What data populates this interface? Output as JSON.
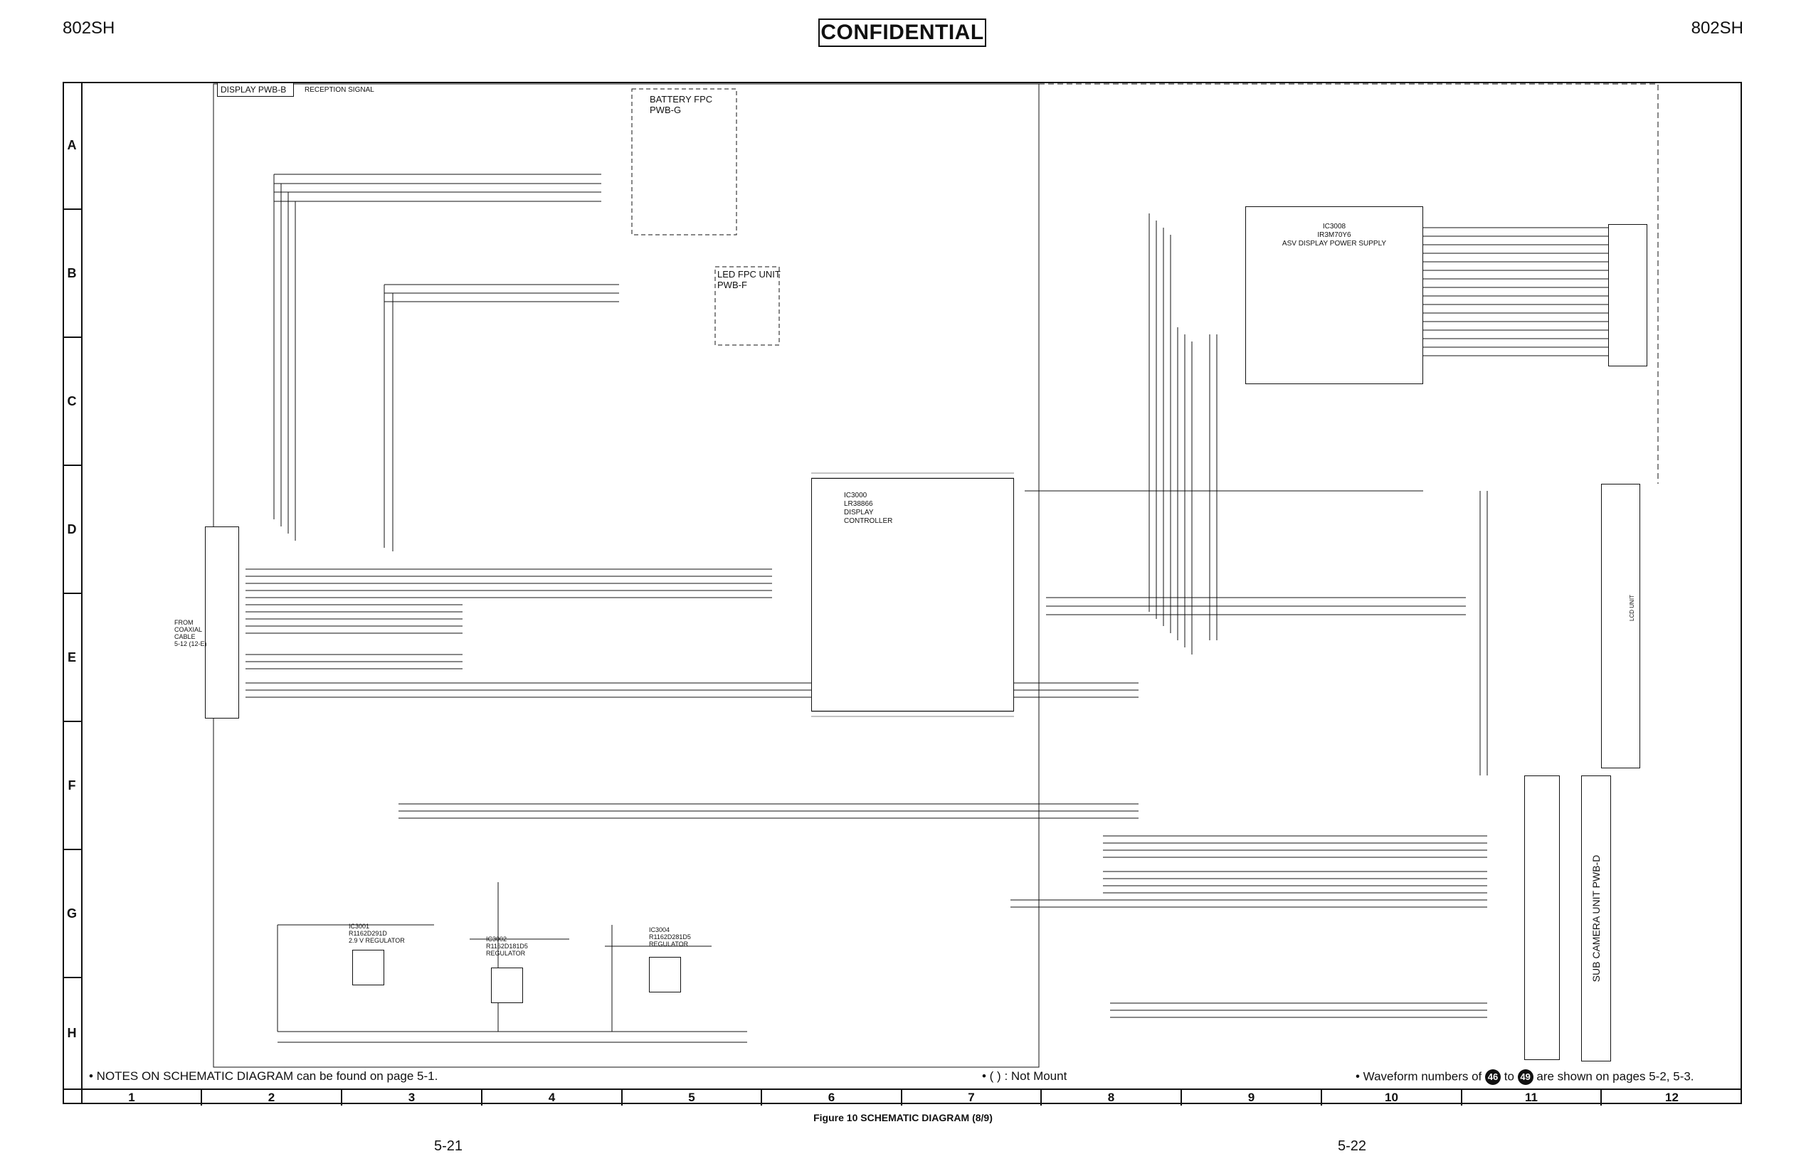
{
  "header": {
    "left_model": "802SH",
    "title": "CONFIDENTIAL",
    "right_model": "802SH"
  },
  "rows": [
    "A",
    "B",
    "C",
    "D",
    "E",
    "F",
    "G",
    "H"
  ],
  "columns": [
    "1",
    "2",
    "3",
    "4",
    "5",
    "6",
    "7",
    "8",
    "9",
    "10",
    "11",
    "12"
  ],
  "blocks": {
    "display_pwb": "DISPLAY PWB-B",
    "reception_signal": "RECEPTION SIGNAL",
    "battery_fpc": "BATTERY FPC",
    "battery_fpc_pwb": "PWB-G",
    "led_fpc": "LED FPC UNIT",
    "led_fpc_pwb": "PWB-F",
    "ic3000_ref": "IC3000",
    "ic3000_part": "LR38866",
    "ic3000_desc1": "DISPLAY",
    "ic3000_desc2": "CONTROLLER",
    "ic3008_ref": "IC3008",
    "ic3008_part": "IR3M70Y6",
    "ic3008_desc": "ASV DISPLAY POWER SUPPLY",
    "ic3001_ref": "IC3001",
    "ic3001_part": "R1162D291D",
    "ic3001_desc": "2.9 V REGULATOR",
    "ic3002_ref": "IC3002",
    "ic3002_part": "R1162D181D5",
    "ic3002_desc": "REGULATOR",
    "ic3004_ref": "IC3004",
    "ic3004_part": "R1162D281D5",
    "ic3004_desc": "REGULATOR",
    "from_coaxial": "FROM\nCOAXIAL\nCABLE\n5-12 (12-E)",
    "sub_camera": "SUB CAMERA UNIT PWB-D",
    "lcd_unit": "LCD UNIT"
  },
  "notes": {
    "left": "• NOTES ON SCHEMATIC DIAGRAM can be found on page 5-1.",
    "middle": "• (    ) : Not Mount",
    "right_prefix": "• Waveform numbers of",
    "wave_from": "46",
    "to_word": "to",
    "wave_to": "49",
    "right_suffix": "are shown on pages 5-2, 5-3."
  },
  "caption": "Figure 10 SCHEMATIC DIAGRAM (8/9)",
  "pages": {
    "left": "5-21",
    "right": "5-22"
  }
}
